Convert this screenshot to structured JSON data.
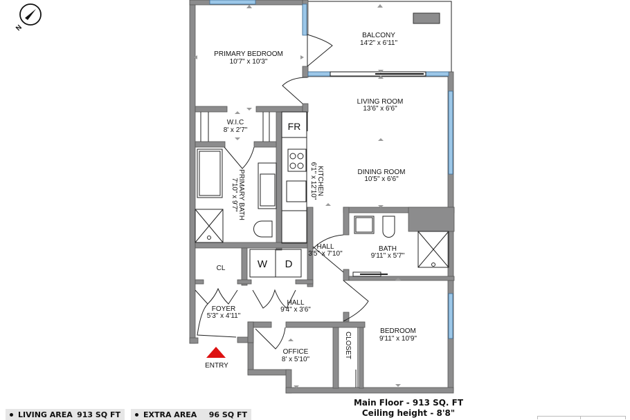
{
  "colors": {
    "wall": "#8c8c8d",
    "wall_outline": "#555555",
    "window": "#9cc7e8",
    "entry_marker": "#dd1111",
    "legend_bg": "#e6e6e6"
  },
  "compass": {
    "icon": "north-compass-icon",
    "letter": "N"
  },
  "rooms": {
    "balcony": {
      "name": "BALCONY",
      "dims": "14'2\" x 6'11\""
    },
    "primary_bedroom": {
      "name": "PRIMARY BEDROOM",
      "dims": "10'7\" x 10'3\""
    },
    "living_room": {
      "name": "LIVING ROOM",
      "dims": "13'6\" x 6'6\""
    },
    "wic": {
      "name": "W.I.C",
      "dims": "8' x 2'7\""
    },
    "fridge": {
      "name": "FR"
    },
    "kitchen": {
      "name": "KITCHEN",
      "dims": "6'1\" x 12'10\""
    },
    "dining_room": {
      "name": "DINING ROOM",
      "dims": "10'5\" x 6'6\""
    },
    "primary_bath": {
      "name": "PRIMARY BATH",
      "dims": "7'10\" x 9'7\""
    },
    "hall_1": {
      "name": "HALL",
      "dims": "3'5\" x 7'10\""
    },
    "bath": {
      "name": "BATH",
      "dims": "9'11\" x 5'7\""
    },
    "closet_cl": {
      "name": "CL"
    },
    "washer": {
      "name": "W"
    },
    "dryer": {
      "name": "D"
    },
    "foyer": {
      "name": "FOYER",
      "dims": "5'3\" x 4'11\""
    },
    "hall_2": {
      "name": "HALL",
      "dims": "9'4\" x 3'6\""
    },
    "bedroom": {
      "name": "BEDROOM",
      "dims": "9'11\" x 10'9\""
    },
    "office": {
      "name": "OFFICE",
      "dims": "8' x 5'10\""
    },
    "closet": {
      "name": "CLOSET"
    }
  },
  "entry": {
    "label": "ENTRY",
    "icon": "entry-arrow-icon"
  },
  "floor_info": {
    "line1": "Main Floor - 913 SQ. FT",
    "line2": "Ceiling height - 8'8\""
  },
  "legend": [
    {
      "label": "LIVING AREA",
      "value": "913 SQ FT"
    },
    {
      "label": "EXTRA AREA",
      "value": "96 SQ FT"
    }
  ]
}
